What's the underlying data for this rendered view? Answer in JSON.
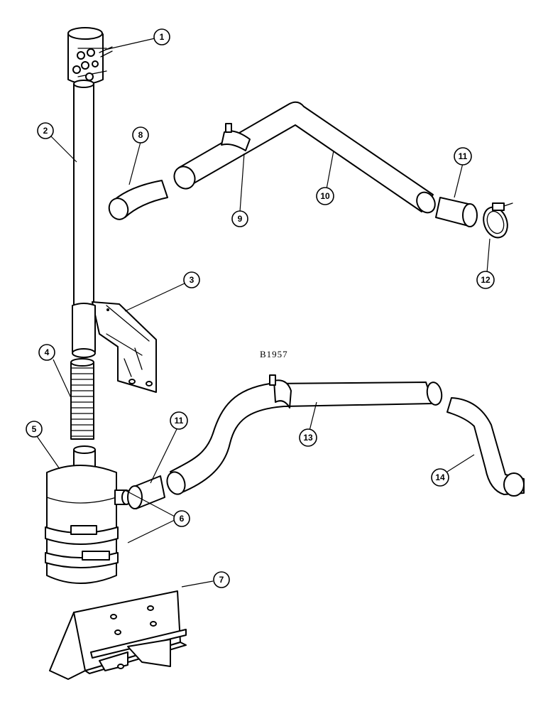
{
  "drawing_ref": "B1957",
  "callouts": [
    "1",
    "2",
    "3",
    "4",
    "5",
    "6",
    "7",
    "8",
    "9",
    "10",
    "11",
    "11",
    "12",
    "13",
    "14"
  ]
}
